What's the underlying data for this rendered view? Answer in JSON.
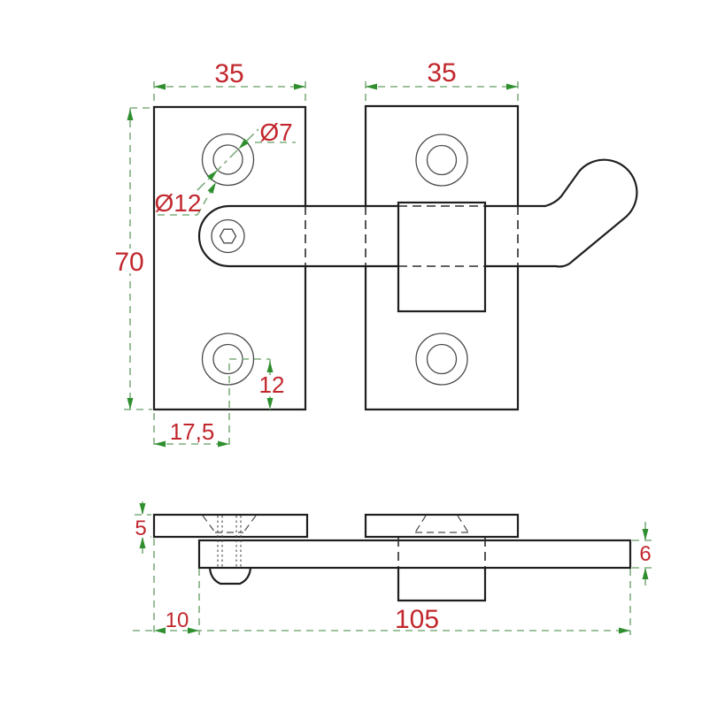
{
  "front_view": {
    "dim_left_plate_width": "35",
    "dim_right_plate_width": "35",
    "dim_plate_height": "70",
    "dim_hole_inner_diameter": "Ø7",
    "dim_hole_outer_diameter": "Ø12",
    "dim_hole_bottom_offset": "12",
    "dim_hole_horizontal_offset": "17,5"
  },
  "side_view": {
    "dim_plate_thickness": "5",
    "dim_bar_thickness": "6",
    "dim_left_offset": "10",
    "dim_bar_length": "105"
  },
  "colors": {
    "dimension_text": "#c1272d",
    "dimension_line_green": "#7fae7f",
    "dimension_arrow_green": "#2f8f2f",
    "part_outline": "#1f1f1f"
  }
}
